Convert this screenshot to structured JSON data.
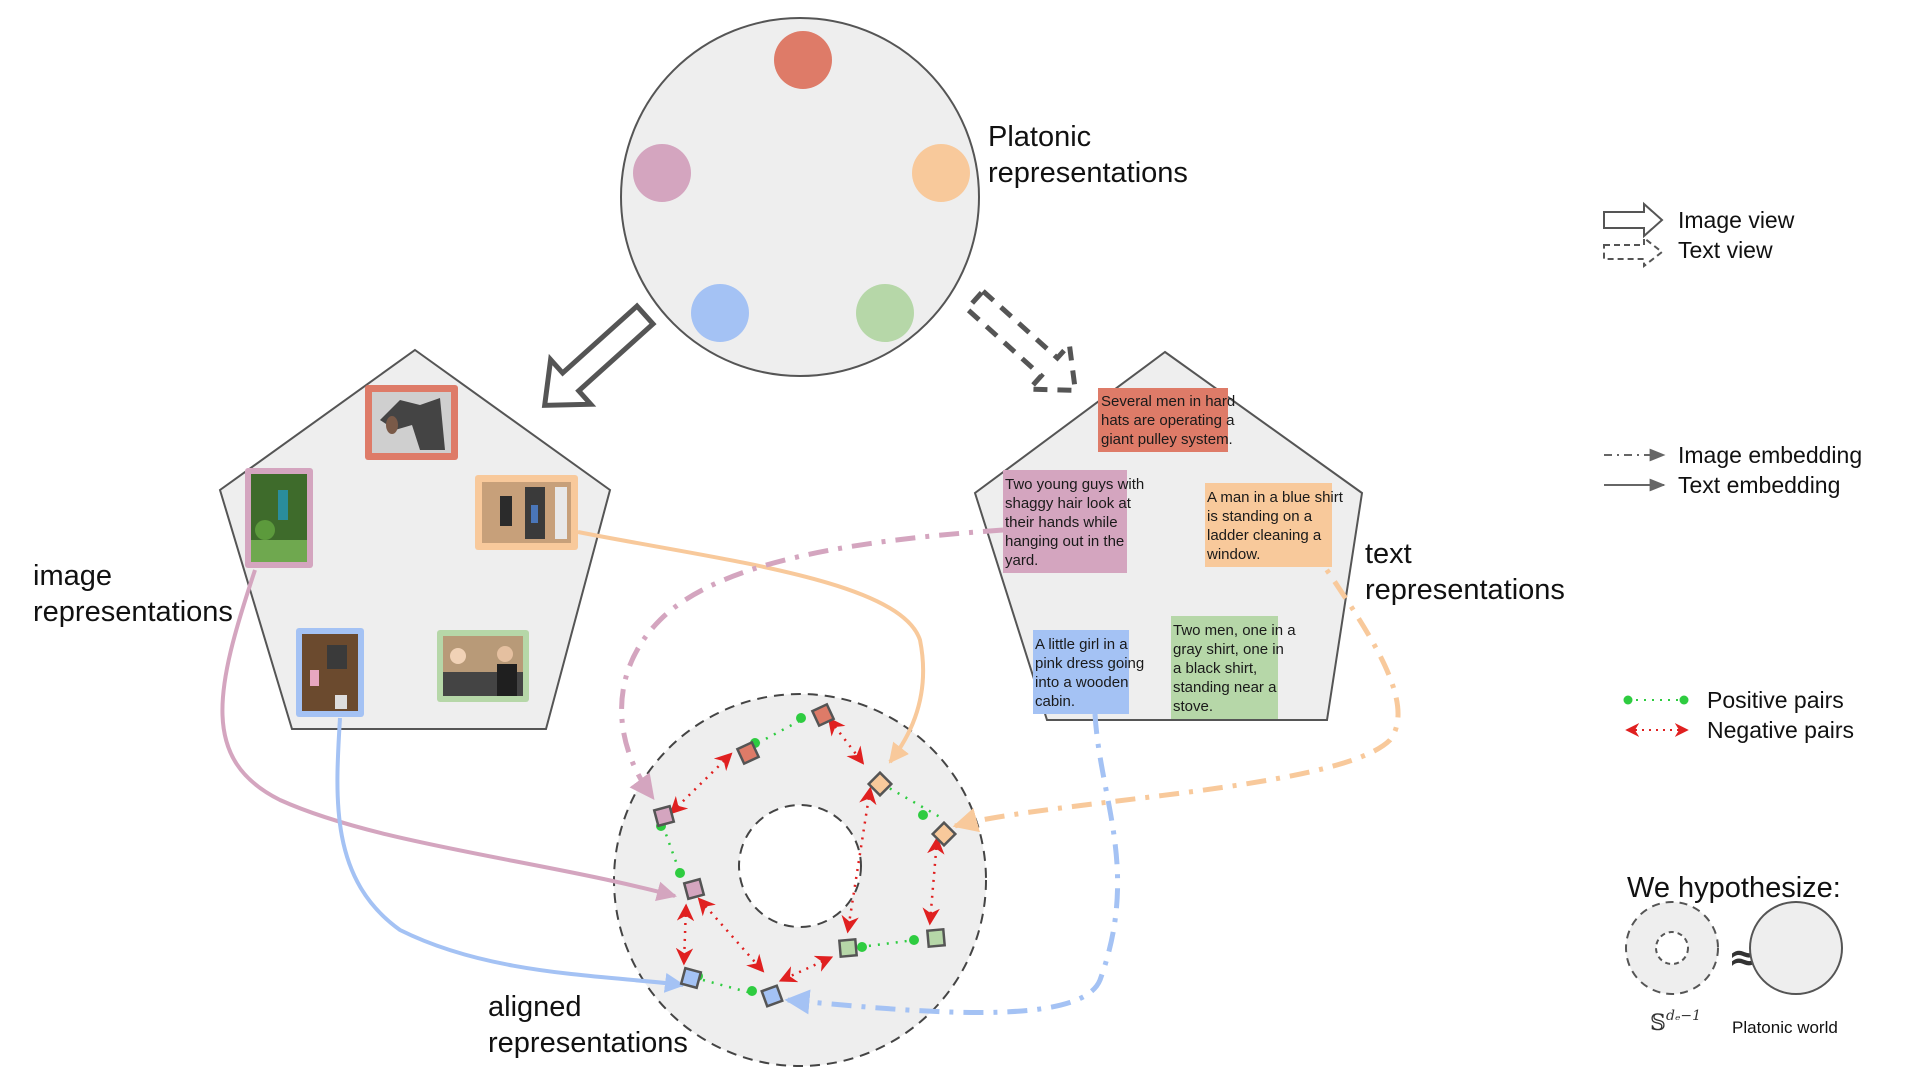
{
  "labels": {
    "platonic": [
      "Platonic",
      "representations"
    ],
    "image_reps": [
      "image",
      "representations"
    ],
    "text_reps": [
      "text",
      "representations"
    ],
    "aligned_reps": [
      "aligned",
      "representations"
    ]
  },
  "legend": {
    "image_view": "Image view",
    "text_view": "Text view",
    "image_embedding": "Image embedding",
    "text_embedding": "Text embedding",
    "positive_pairs": "Positive pairs",
    "negative_pairs": "Negative pairs",
    "hypothesis_title": "We hypothesize:",
    "sphere_symbol": "𝕊",
    "sphere_exponent": "dₑ−1",
    "approx": "≈",
    "platonic_world": "Platonic world"
  },
  "colors": {
    "red": "#de7b68",
    "orange": "#f8c99b",
    "pink": "#d4a5bf",
    "blue": "#a4c2f4",
    "green": "#b6d7a8",
    "positive": "#2ecc40",
    "negative": "#e02020",
    "outline": "#555555",
    "fill": "#eeeeee"
  },
  "concepts": [
    {
      "id": "red",
      "image_desc": "crane pulley photo",
      "caption": [
        "Several men in hard",
        "hats are operating a",
        "giant pulley system."
      ]
    },
    {
      "id": "orange",
      "image_desc": "window cleaner photo",
      "caption": [
        "A man in a blue shirt",
        "is  standing  on  a",
        "ladder  cleaning  a",
        "window."
      ]
    },
    {
      "id": "pink",
      "image_desc": "garden photo",
      "caption": [
        "Two young guys with",
        "shaggy hair look at",
        "their  hands  while",
        "hanging out in the",
        "yard."
      ]
    },
    {
      "id": "blue",
      "image_desc": "wooden cabin photo",
      "caption": [
        "A little girl in a",
        "pink dress going",
        "into  a  wooden",
        "cabin."
      ]
    },
    {
      "id": "green",
      "image_desc": "kitchen photo",
      "caption": [
        "Two men, one in a",
        "gray shirt, one in",
        "a   black   shirt,",
        "standing near a",
        "stove."
      ]
    }
  ]
}
